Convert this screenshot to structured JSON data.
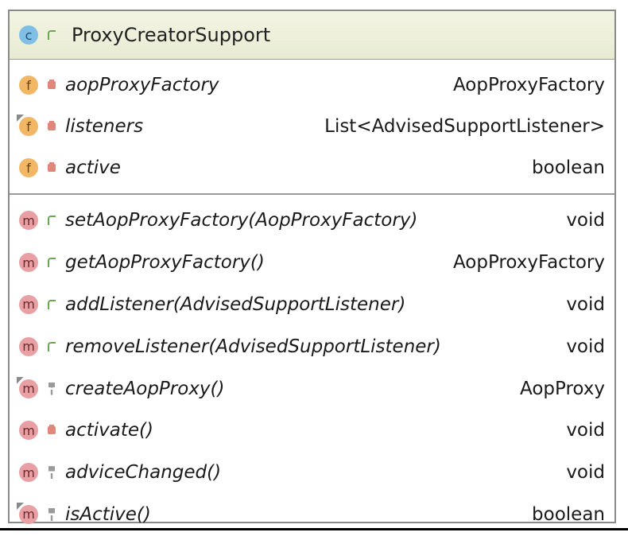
{
  "class": {
    "kind_badge": "c",
    "visibility_icon": "public-icon",
    "name": "ProxyCreatorSupport"
  },
  "fields": [
    {
      "badge": "f",
      "abstract": false,
      "visibility": "private",
      "name": "aopProxyFactory",
      "type": "AopProxyFactory"
    },
    {
      "badge": "f",
      "abstract": true,
      "visibility": "private",
      "name": "listeners",
      "type": "List<AdvisedSupportListener>"
    },
    {
      "badge": "f",
      "abstract": false,
      "visibility": "private",
      "name": "active",
      "type": "boolean"
    }
  ],
  "methods": [
    {
      "badge": "m",
      "abstract": false,
      "visibility": "public",
      "name": "setAopProxyFactory(AopProxyFactory)",
      "type": "void"
    },
    {
      "badge": "m",
      "abstract": false,
      "visibility": "public",
      "name": "getAopProxyFactory()",
      "type": "AopProxyFactory"
    },
    {
      "badge": "m",
      "abstract": false,
      "visibility": "public",
      "name": "addListener(AdvisedSupportListener)",
      "type": "void"
    },
    {
      "badge": "m",
      "abstract": false,
      "visibility": "public",
      "name": "removeListener(AdvisedSupportListener)",
      "type": "void"
    },
    {
      "badge": "m",
      "abstract": true,
      "visibility": "protected",
      "name": "createAopProxy()",
      "type": "AopProxy"
    },
    {
      "badge": "m",
      "abstract": false,
      "visibility": "private",
      "name": "activate()",
      "type": "void"
    },
    {
      "badge": "m",
      "abstract": false,
      "visibility": "protected",
      "name": "adviceChanged()",
      "type": "void"
    },
    {
      "badge": "m",
      "abstract": true,
      "visibility": "protected",
      "name": "isActive()",
      "type": "boolean"
    }
  ],
  "colors": {
    "header_bg": "#eef0dc",
    "class_badge": "#7fbfe6",
    "field_badge": "#f2b765",
    "method_badge": "#e8a0a4",
    "public_icon": "#6aa84f",
    "private_icon": "#e0867a",
    "protected_icon": "#9a9a9a"
  }
}
